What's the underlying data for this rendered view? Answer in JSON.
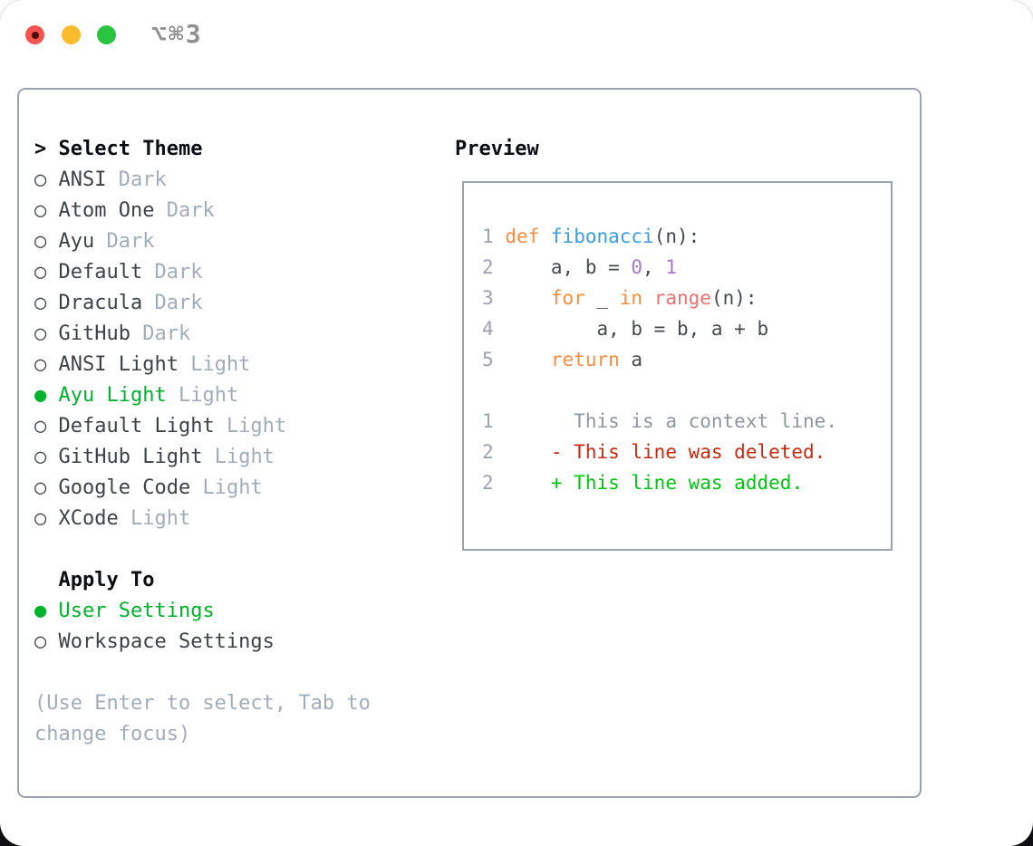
{
  "window": {
    "title": "⌥⌘3",
    "traffic_lights": [
      "close",
      "minimize",
      "zoom"
    ]
  },
  "glyphs": {
    "radio_unselected": "○",
    "radio_selected": "●",
    "prompt": ">"
  },
  "colors": {
    "selection_green": "#00b32c",
    "added_green": "#00c512",
    "deleted_red": "#c9290e",
    "keyword_orange": "#fa8d3e",
    "function_blue": "#399ee6",
    "number_purple": "#a37acc",
    "call_coral": "#f07171",
    "muted_gray": "#a2adba",
    "border_gray": "#99a2ad"
  },
  "left": {
    "header": {
      "prompt": ">",
      "label": "Select Theme"
    },
    "themes": [
      {
        "name": "ANSI",
        "variant": "Dark",
        "selected": false
      },
      {
        "name": "Atom One",
        "variant": "Dark",
        "selected": false
      },
      {
        "name": "Ayu",
        "variant": "Dark",
        "selected": false
      },
      {
        "name": "Default",
        "variant": "Dark",
        "selected": false
      },
      {
        "name": "Dracula",
        "variant": "Dark",
        "selected": false
      },
      {
        "name": "GitHub",
        "variant": "Dark",
        "selected": false
      },
      {
        "name": "ANSI Light",
        "variant": "Light",
        "selected": false
      },
      {
        "name": "Ayu Light",
        "variant": "Light",
        "selected": true
      },
      {
        "name": "Default Light",
        "variant": "Light",
        "selected": false
      },
      {
        "name": "GitHub Light",
        "variant": "Light",
        "selected": false
      },
      {
        "name": "Google Code",
        "variant": "Light",
        "selected": false
      },
      {
        "name": "XCode",
        "variant": "Light",
        "selected": false
      }
    ],
    "apply": {
      "label": "Apply To",
      "options": [
        {
          "label": "User Settings",
          "selected": true
        },
        {
          "label": "Workspace Settings",
          "selected": false
        }
      ]
    },
    "hint_lines": [
      "(Use Enter to select, Tab to",
      "change focus)"
    ]
  },
  "preview": {
    "label": "Preview",
    "lines": [
      {
        "num": "1",
        "tokens": [
          {
            "t": "def",
            "c": "kw"
          },
          {
            "t": " ",
            "c": "p"
          },
          {
            "t": "fibonacci",
            "c": "fn"
          },
          {
            "t": "(n):",
            "c": "p"
          }
        ]
      },
      {
        "num": "2",
        "tokens": [
          {
            "t": "    a, b = ",
            "c": "p"
          },
          {
            "t": "0",
            "c": "num"
          },
          {
            "t": ", ",
            "c": "p"
          },
          {
            "t": "1",
            "c": "num"
          }
        ]
      },
      {
        "num": "3",
        "tokens": [
          {
            "t": "    ",
            "c": "p"
          },
          {
            "t": "for",
            "c": "kw"
          },
          {
            "t": " _ ",
            "c": "p"
          },
          {
            "t": "in",
            "c": "kw"
          },
          {
            "t": " ",
            "c": "p"
          },
          {
            "t": "range",
            "c": "call"
          },
          {
            "t": "(n):",
            "c": "p"
          }
        ]
      },
      {
        "num": "4",
        "tokens": [
          {
            "t": "        a, b = b, a + b",
            "c": "p"
          }
        ]
      },
      {
        "num": "5",
        "tokens": [
          {
            "t": "    ",
            "c": "p"
          },
          {
            "t": "return",
            "c": "kw"
          },
          {
            "t": " a",
            "c": "p"
          }
        ]
      },
      {
        "num": "",
        "tokens": []
      },
      {
        "num": "1",
        "tokens": [
          {
            "t": "      This is a context line.",
            "c": "ctx"
          }
        ]
      },
      {
        "num": "2",
        "tokens": [
          {
            "t": "    - This line was deleted.",
            "c": "del"
          }
        ]
      },
      {
        "num": "2",
        "tokens": [
          {
            "t": "    + This line was added.",
            "c": "add"
          }
        ]
      }
    ]
  }
}
